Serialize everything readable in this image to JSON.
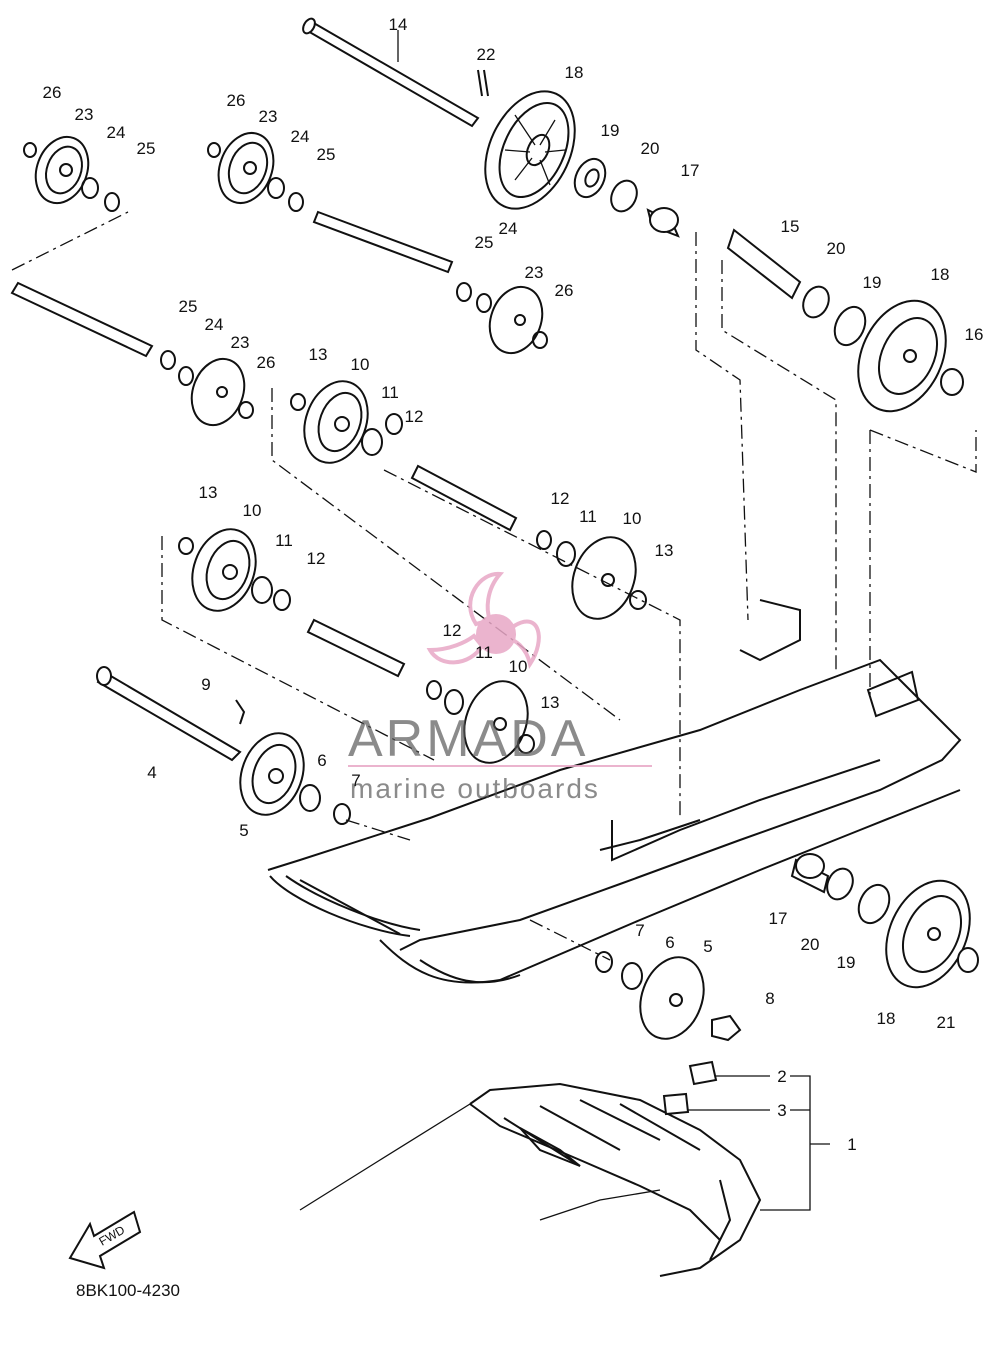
{
  "diagram": {
    "part_code": "8BK100-4230",
    "fwd_label": "FWD",
    "callouts": [
      {
        "id": "c14a",
        "text": "14"
      },
      {
        "id": "c22",
        "text": "22"
      },
      {
        "id": "c18a",
        "text": "18"
      },
      {
        "id": "c19a",
        "text": "19"
      },
      {
        "id": "c20a",
        "text": "20"
      },
      {
        "id": "c17a",
        "text": "17"
      },
      {
        "id": "c26a",
        "text": "26"
      },
      {
        "id": "c23a",
        "text": "23"
      },
      {
        "id": "c24a",
        "text": "24"
      },
      {
        "id": "c25a",
        "text": "25"
      },
      {
        "id": "c26b",
        "text": "26"
      },
      {
        "id": "c23b",
        "text": "23"
      },
      {
        "id": "c24b",
        "text": "24"
      },
      {
        "id": "c25b",
        "text": "25"
      },
      {
        "id": "c25c",
        "text": "25"
      },
      {
        "id": "c24c",
        "text": "24"
      },
      {
        "id": "c23c",
        "text": "23"
      },
      {
        "id": "c26c",
        "text": "26"
      },
      {
        "id": "c15",
        "text": "15"
      },
      {
        "id": "c20b",
        "text": "20"
      },
      {
        "id": "c19b",
        "text": "19"
      },
      {
        "id": "c18b",
        "text": "18"
      },
      {
        "id": "c16",
        "text": "16"
      },
      {
        "id": "c25d",
        "text": "25"
      },
      {
        "id": "c24d",
        "text": "24"
      },
      {
        "id": "c23d",
        "text": "23"
      },
      {
        "id": "c26d",
        "text": "26"
      },
      {
        "id": "c13a",
        "text": "13"
      },
      {
        "id": "c10a",
        "text": "10"
      },
      {
        "id": "c11a",
        "text": "11"
      },
      {
        "id": "c12a",
        "text": "12"
      },
      {
        "id": "c12b",
        "text": "12"
      },
      {
        "id": "c11b",
        "text": "11"
      },
      {
        "id": "c10b",
        "text": "10"
      },
      {
        "id": "c13b",
        "text": "13"
      },
      {
        "id": "c13c",
        "text": "13"
      },
      {
        "id": "c10c",
        "text": "10"
      },
      {
        "id": "c11c",
        "text": "11"
      },
      {
        "id": "c12c",
        "text": "12"
      },
      {
        "id": "c12d",
        "text": "12"
      },
      {
        "id": "c11d",
        "text": "11"
      },
      {
        "id": "c10d",
        "text": "10"
      },
      {
        "id": "c13d",
        "text": "13"
      },
      {
        "id": "c9",
        "text": "9"
      },
      {
        "id": "c4",
        "text": "4"
      },
      {
        "id": "c6a",
        "text": "6"
      },
      {
        "id": "c7a",
        "text": "7"
      },
      {
        "id": "c5a",
        "text": "5"
      },
      {
        "id": "c17b",
        "text": "17"
      },
      {
        "id": "c20c",
        "text": "20"
      },
      {
        "id": "c19c",
        "text": "19"
      },
      {
        "id": "c18c",
        "text": "18"
      },
      {
        "id": "c21",
        "text": "21"
      },
      {
        "id": "c7b",
        "text": "7"
      },
      {
        "id": "c6b",
        "text": "6"
      },
      {
        "id": "c5b",
        "text": "5"
      },
      {
        "id": "c8",
        "text": "8"
      },
      {
        "id": "c2",
        "text": "2"
      },
      {
        "id": "c3",
        "text": "3"
      },
      {
        "id": "c1",
        "text": "1"
      }
    ]
  },
  "watermark": {
    "brand": "ARMADA",
    "tagline": "marine outboards",
    "color": "#e8a7c6"
  }
}
